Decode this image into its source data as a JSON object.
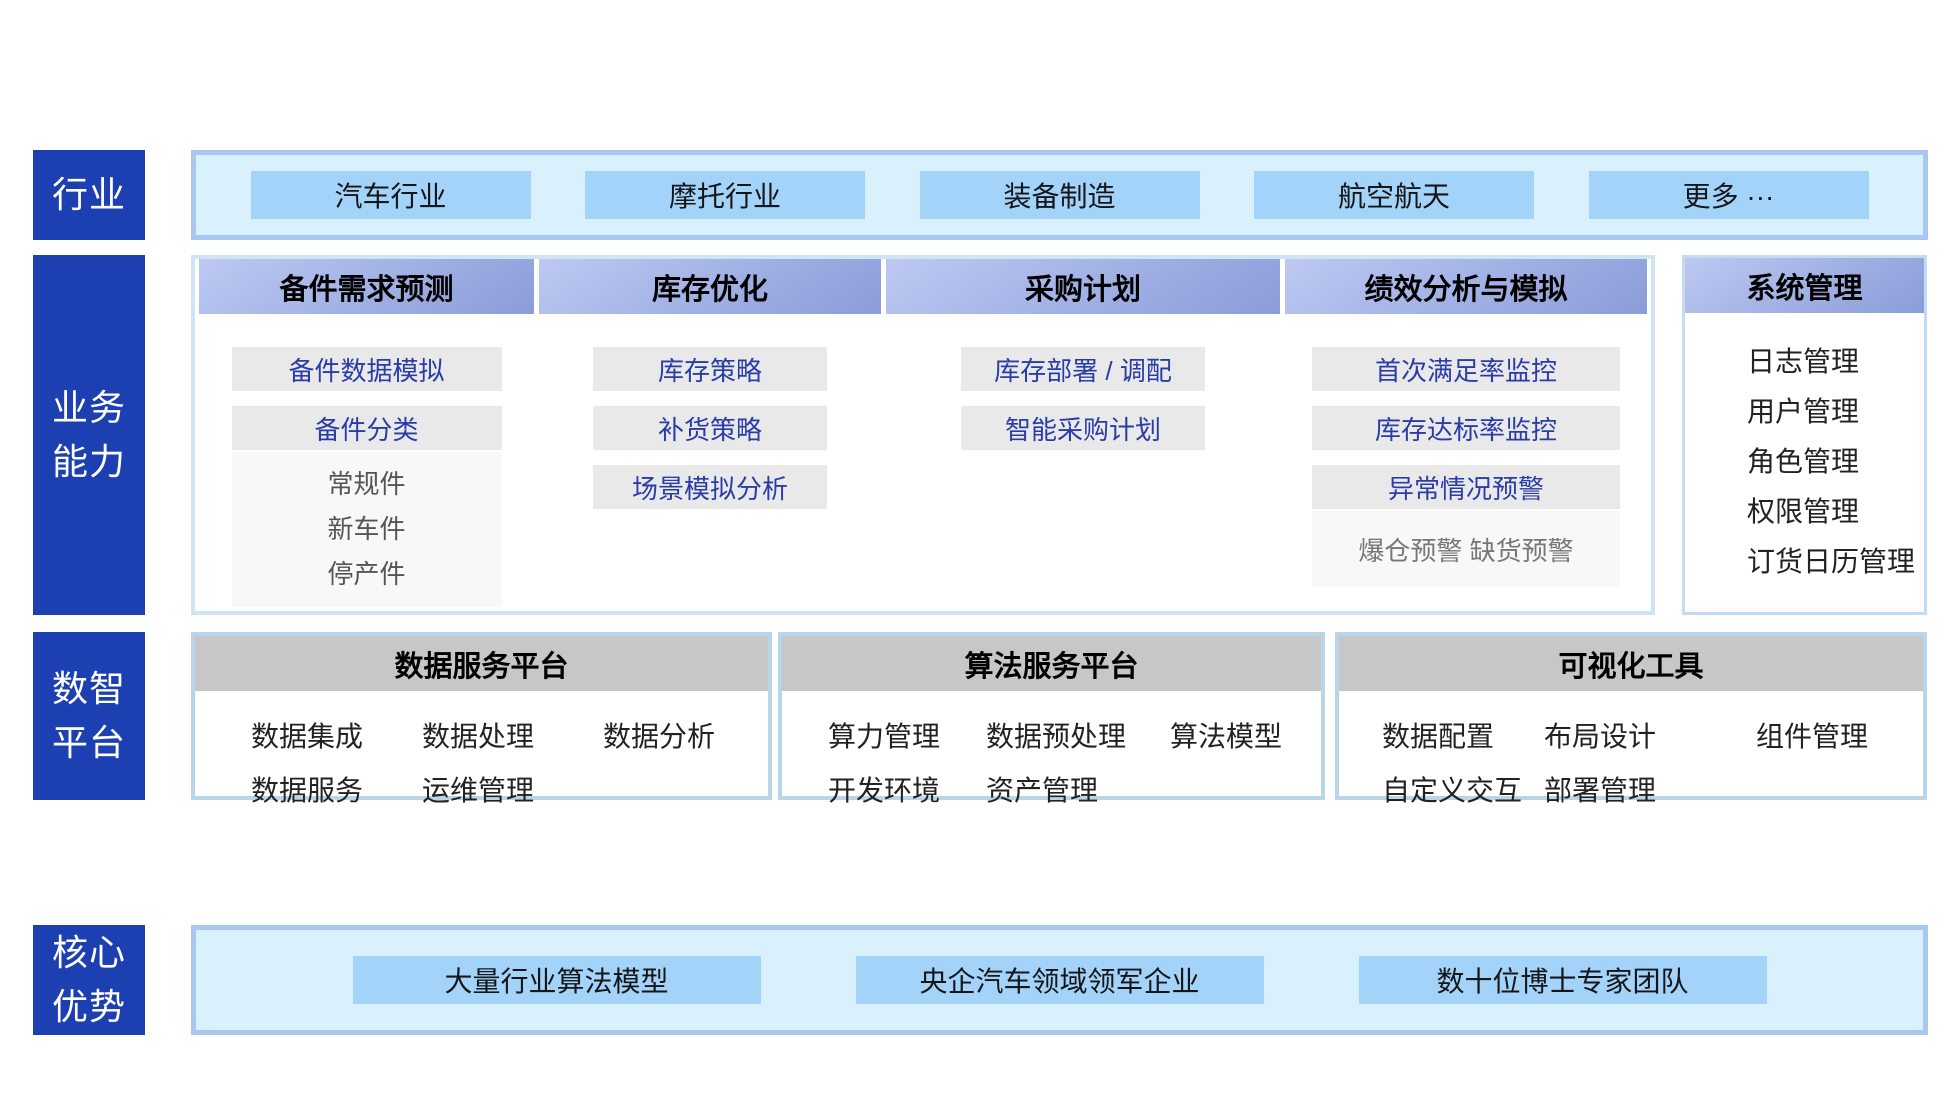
{
  "industry": {
    "label": "行业",
    "items": [
      "汽车行业",
      "摩托行业",
      "装备制造",
      "航空航天",
      "更多 ···"
    ]
  },
  "business": {
    "label_line1": "业务",
    "label_line2": "能力",
    "columns": [
      {
        "header": "备件需求预测",
        "links": [
          "备件数据模拟",
          "备件分类"
        ],
        "plain": [
          "常规件",
          "新车件",
          "停产件"
        ]
      },
      {
        "header": "库存优化",
        "links": [
          "库存策略",
          "补货策略",
          "场景模拟分析"
        ]
      },
      {
        "header": "采购计划",
        "links": [
          "库存部署 / 调配",
          "智能采购计划"
        ]
      },
      {
        "header": "绩效分析与模拟",
        "links": [
          "首次满足率监控",
          "库存达标率监控",
          "异常情况预警"
        ],
        "plain": [
          "爆仓预警 缺货预警"
        ]
      }
    ],
    "system": {
      "header": "系统管理",
      "items": [
        "日志管理",
        "用户管理",
        "角色管理",
        "权限管理",
        "订货日历管理"
      ]
    }
  },
  "platform": {
    "label_line1": "数智",
    "label_line2": "平台",
    "boxes": [
      {
        "header": "数据服务平台",
        "items": [
          "数据集成",
          "数据处理",
          "数据分析",
          "数据服务",
          "运维管理"
        ]
      },
      {
        "header": "算法服务平台",
        "items": [
          "算力管理",
          "数据预处理",
          "算法模型",
          "开发环境",
          "资产管理"
        ]
      },
      {
        "header": "可视化工具",
        "items": [
          "数据配置",
          "布局设计",
          "组件管理",
          "自定义交互",
          "部署管理"
        ]
      }
    ]
  },
  "advantages": {
    "label_line1": "核心",
    "label_line2": "优势",
    "items": [
      "大量行业算法模型",
      "央企汽车领域领军企业",
      "数十位博士专家团队"
    ]
  },
  "colors": {
    "row_label_bg": "#1c40b2",
    "strip_bg": "#d9f1fd",
    "strip_border": "#a9c7ef",
    "chip_bg": "#a3d3f8",
    "column_header_gradient_start": "#bdc9f2",
    "column_header_gradient_end": "#8c9cd8",
    "link_bg": "#e9e9e9",
    "link_text": "#2a3ca8",
    "platform_header_bg": "#c7c7c7"
  }
}
